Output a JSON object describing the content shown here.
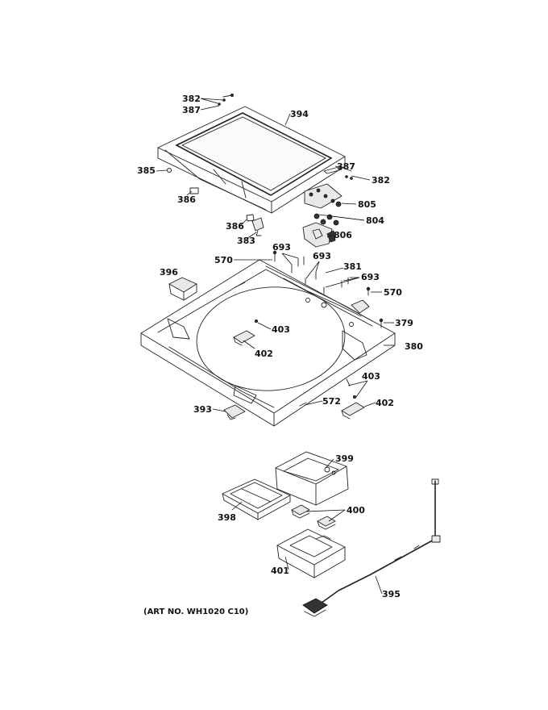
{
  "art_number": "(ART NO. WH1020 C10)",
  "callouts": {
    "382a": "382",
    "387a": "387",
    "394": "394",
    "387b": "387",
    "382b": "382",
    "385": "385",
    "386a": "386",
    "386b": "386",
    "805": "805",
    "804": "804",
    "383": "383",
    "806": "806",
    "693a": "693",
    "570a": "570",
    "693b": "693",
    "381": "381",
    "693c": "693",
    "396": "396",
    "570b": "570",
    "403a": "403",
    "379": "379",
    "402a": "402",
    "380": "380",
    "403b": "403",
    "572": "572",
    "402b": "402",
    "393": "393",
    "399": "399",
    "398": "398",
    "400": "400",
    "401": "401",
    "395": "395"
  }
}
